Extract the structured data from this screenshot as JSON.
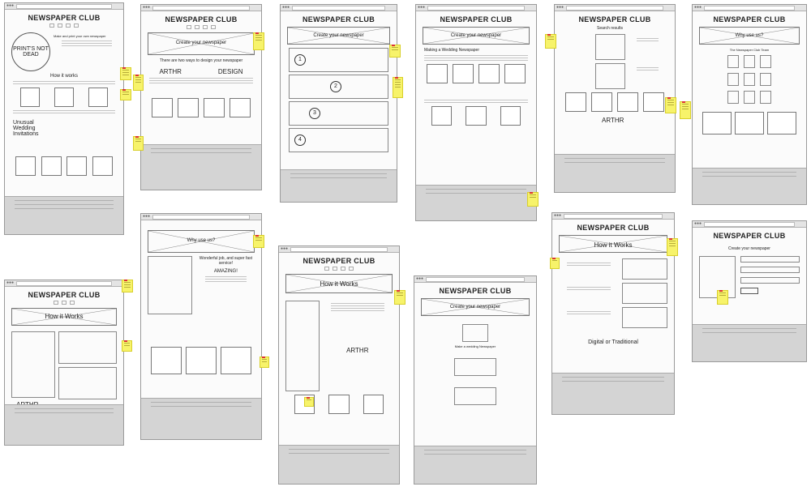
{
  "site": {
    "title": "NEWSPAPER CLUB"
  },
  "frames": [
    {
      "id": "f1",
      "title": "NEWSPAPER CLUB",
      "heading": "Make and print your own newspaper",
      "hero_text": "PRINT'S NOT DEAD",
      "section": "How it works",
      "feature": "Unusual Wedding Invitations"
    },
    {
      "id": "f2",
      "title": "NEWSPAPER CLUB",
      "heading": "Create your newspaper",
      "section": "There are two ways to design your newspaper",
      "left": "ARTHR",
      "right": "DESIGN"
    },
    {
      "id": "f3",
      "title": "NEWSPAPER CLUB",
      "heading": "Create your newspaper",
      "steps": [
        "1",
        "2",
        "3",
        "4"
      ]
    },
    {
      "id": "f4",
      "title": "NEWSPAPER CLUB",
      "heading": "Create your newspaper",
      "section": "Making a Wedding Newspaper"
    },
    {
      "id": "f5",
      "title": "NEWSPAPER CLUB",
      "heading": "Search results",
      "left": "ARTHR"
    },
    {
      "id": "f6",
      "title": "NEWSPAPER CLUB",
      "heading": "Why use us?",
      "section": "The Newspaper Club Team"
    },
    {
      "id": "f7",
      "title": "NEWSPAPER CLUB",
      "heading": "How it Works",
      "left": "ARTHR"
    },
    {
      "id": "f8",
      "title": "",
      "heading": "Why use us?",
      "section": "Wonderful job, and super fast service!",
      "right": "AMAZING!"
    },
    {
      "id": "f9",
      "title": "NEWSPAPER CLUB",
      "heading": "How it Works",
      "left": "ARTHR"
    },
    {
      "id": "f10",
      "title": "NEWSPAPER CLUB",
      "heading": "Create your newspaper",
      "section": "Make a wedding Newspaper"
    },
    {
      "id": "f11",
      "title": "NEWSPAPER CLUB",
      "heading": "How it Works",
      "section": "Digital or Traditional"
    },
    {
      "id": "f12",
      "title": "NEWSPAPER CLUB",
      "heading": "Create your newspaper"
    }
  ],
  "colors": {
    "sticky": "#f7f36a",
    "footer": "#d4d4d4",
    "frame_border": "#9a9a9a"
  }
}
